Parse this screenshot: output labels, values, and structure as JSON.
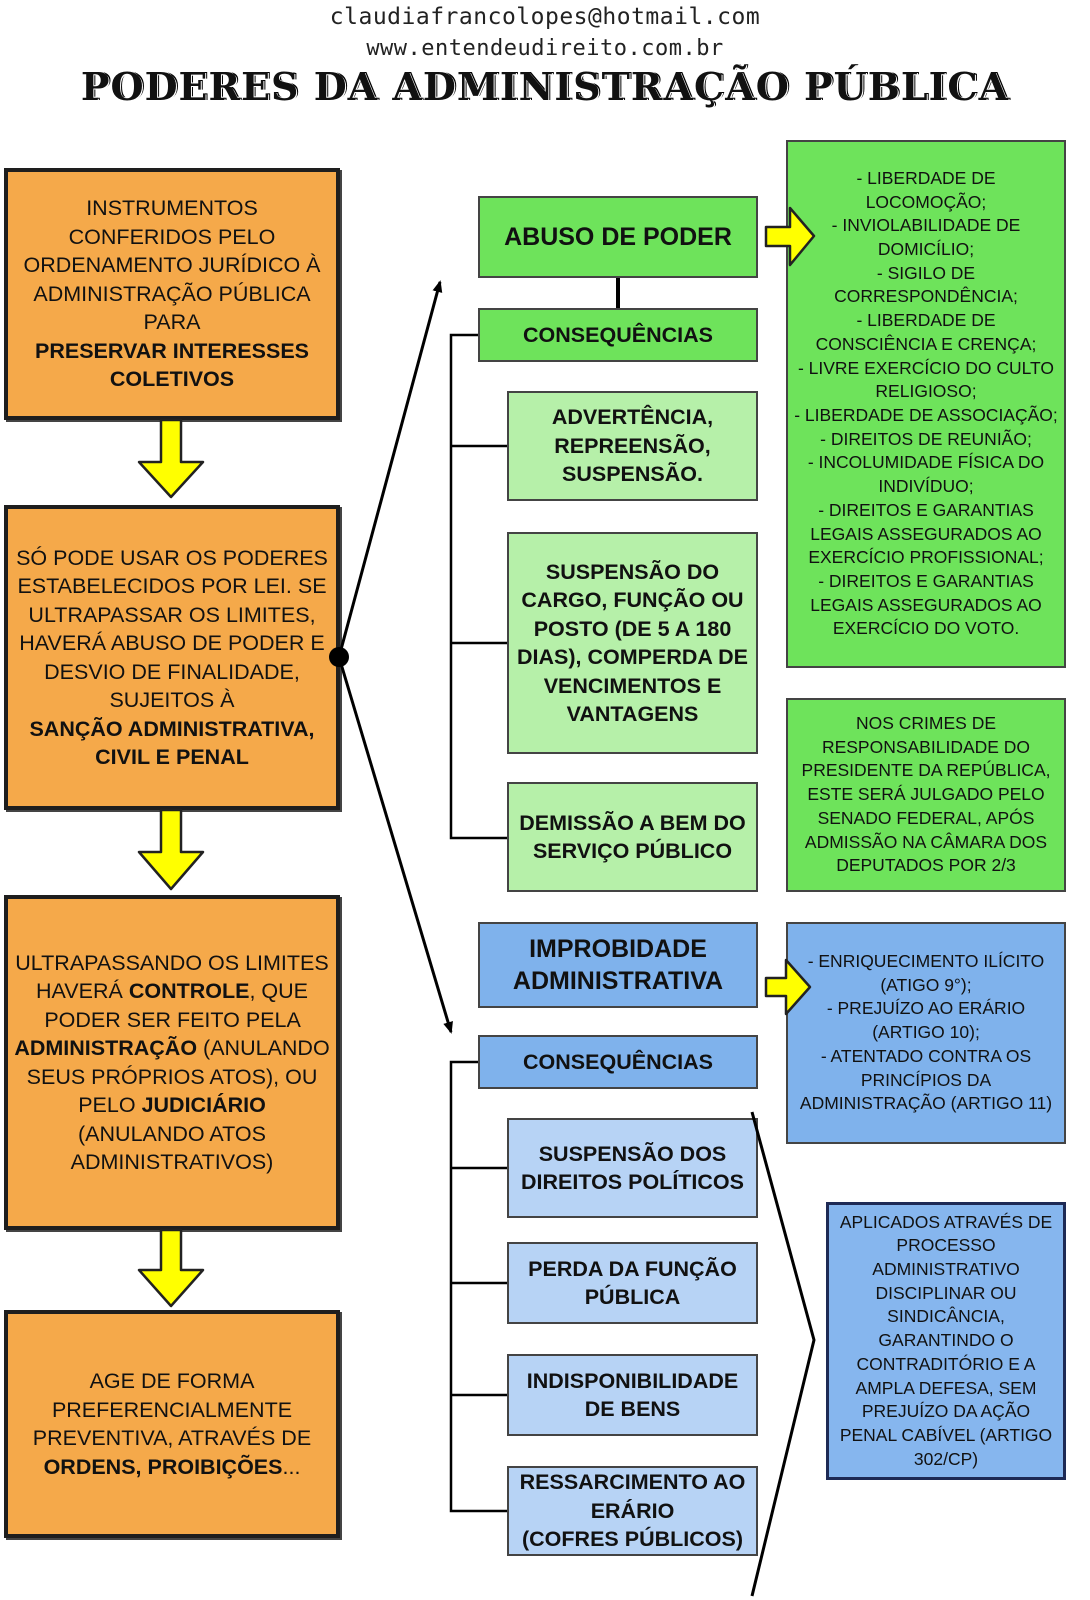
{
  "header": {
    "email": "claudiafrancolopes@hotmail.com",
    "website": "www.entendeudireito.com.br",
    "title": "PODERES DA ADMINISTRAÇÃO PÚBLICA"
  },
  "left_column": {
    "box1": {
      "text": "INSTRUMENTOS CONFERIDOS PELO ORDENAMENTO JURÍDICO À ADMINISTRAÇÃO PÚBLICA PARA",
      "bold": "PRESERVAR INTERESSES COLETIVOS"
    },
    "box2": {
      "text": "SÓ PODE USAR OS PODERES ESTABELECIDOS POR LEI. SE ULTRAPASSAR OS LIMITES, HAVERÁ ABUSO DE PODER E DESVIO DE FINALIDADE, SUJEITOS À",
      "bold": "SANÇÃO ADMINISTRATIVA, CIVIL E PENAL"
    },
    "box3": {
      "t1": "ULTRAPASSANDO OS LIMITES HAVERÁ",
      "b1": "CONTROLE",
      "t2": ", QUE PODER SER FEITO PELA",
      "b2": "ADMINISTRAÇÃO",
      "t3": "(ANULANDO SEUS PRÓPRIOS ATOS), OU PELO",
      "b3": "JUDICIÁRIO",
      "t4": "(ANULANDO ATOS ADMINISTRATIVOS)"
    },
    "box4": {
      "text": "AGE DE FORMA PREFERENCIALMENTE PREVENTIVA, ATRAVÉS DE",
      "bold": "ORDENS, PROIBIÇÕES",
      "tail": "..."
    }
  },
  "abuse_branch": {
    "title": "ABUSO DE PODER",
    "consequences_label": "CONSEQUÊNCIAS",
    "items": [
      "ADVERTÊNCIA, REPREENSÃO, SUSPENSÃO.",
      "SUSPENSÃO DO CARGO, FUNÇÃO OU POSTO (DE 5 A 180 DIAS), COMPERDA DE VENCIMENTOS E VANTAGENS",
      "DEMISSÃO A BEM DO SERVIÇO PÚBLICO"
    ],
    "rights_list": [
      "- LIBERDADE DE LOCOMOÇÃO;",
      "- INVIOLABILIDADE DE DOMICÍLIO;",
      "- SIGILO DE CORRESPONDÊNCIA;",
      "- LIBERDADE DE CONSCIÊNCIA E CRENÇA;",
      "- LIVRE EXERCÍCIO DO CULTO RELIGIOSO;",
      "- LIBERDADE DE ASSOCIAÇÃO;",
      "- DIREITOS DE REUNIÃO;",
      "- INCOLUMIDADE FÍSICA DO INDIVÍDUO;",
      "- DIREITOS E GARANTIAS LEGAIS ASSEGURADOS AO EXERCÍCIO PROFISSIONAL;",
      "- DIREITOS E GARANTIAS LEGAIS ASSEGURADOS AO EXERCÍCIO DO VOTO."
    ],
    "president_note": "NOS CRIMES DE RESPONSABILIDADE DO PRESIDENTE DA REPÚBLICA, ESTE SERÁ JULGADO PELO SENADO FEDERAL, APÓS ADMISSÃO NA CÂMARA DOS DEPUTADOS POR 2/3"
  },
  "improbity_branch": {
    "title": "IMPROBIDADE ADMINISTRATIVA",
    "consequences_label": "CONSEQUÊNCIAS",
    "items": [
      "SUSPENSÃO DOS DIREITOS POLÍTICOS",
      "PERDA DA FUNÇÃO PÚBLICA",
      "INDISPONIBILIDADE DE BENS",
      "RESSARCIMENTO AO ERÁRIO"
    ],
    "last_item_sub": "(COFRES PÚBLICOS)",
    "types_list": [
      "- ENRIQUECIMENTO ILÍCITO (ATIGO 9°);",
      "- PREJUÍZO AO ERÁRIO (ARTIGO 10);",
      "- ATENTADO CONTRA OS PRINCÍPIOS DA ADMINISTRAÇÃO (ARTIGO 11)"
    ],
    "process_note": "APLICADOS ATRAVÉS DE PROCESSO ADMINISTRATIVO DISCIPLINAR OU SINDICÂNCIA, GARANTINDO O CONTRADITÓRIO E A AMPLA DEFESA, SEM PREJUÍZO DA AÇÃO PENAL CABÍVEL (ARTIGO 302/CP)"
  },
  "colors": {
    "orange": "#f5a94a",
    "green": "#6ee35b",
    "light_green": "#b6f0a9",
    "blue": "#7fb2ec",
    "light_blue": "#b7d3f5",
    "arrow_yellow": "#ffff00"
  }
}
